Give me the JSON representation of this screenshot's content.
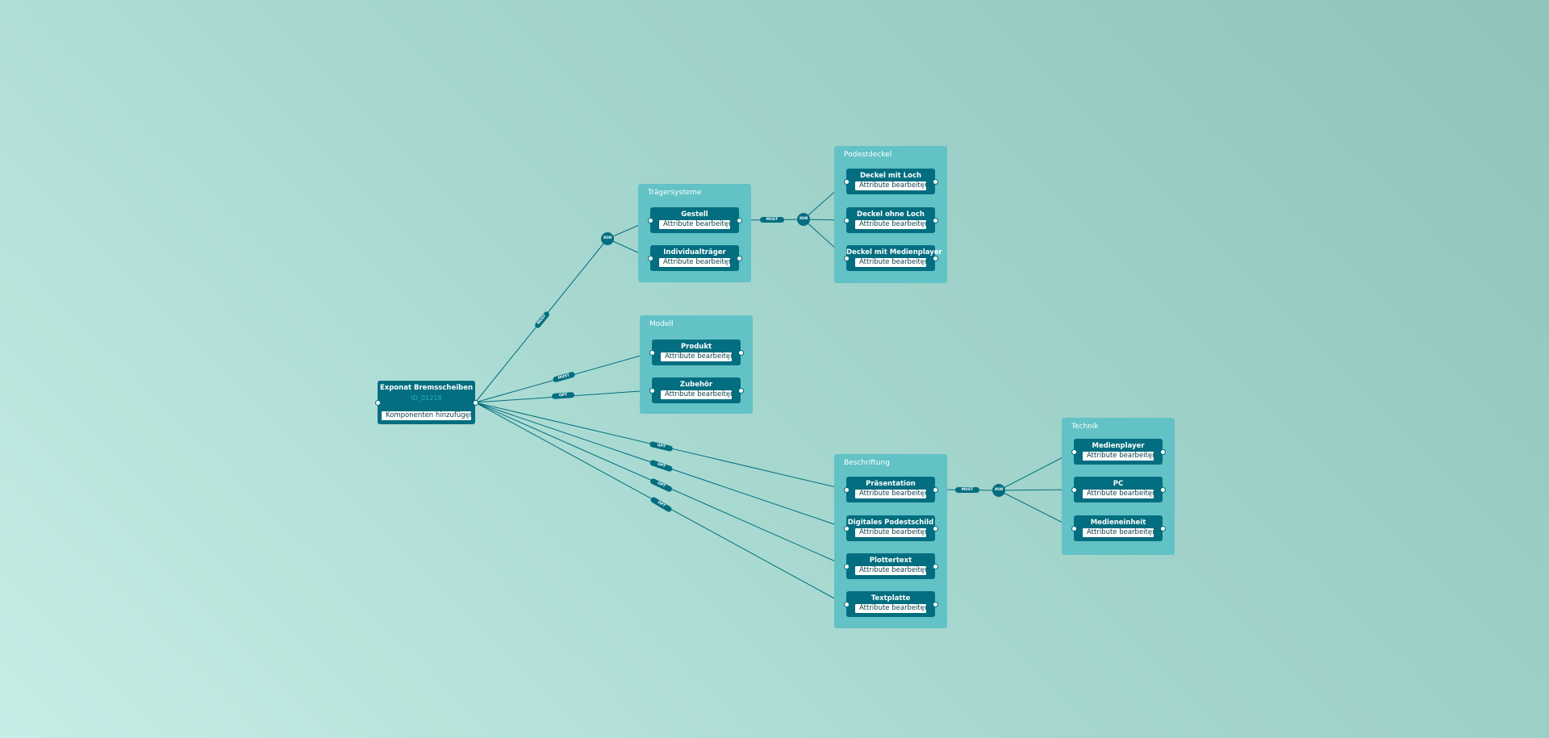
{
  "root": {
    "title": "Exponat Bremsscheiben",
    "id": "ID_01218",
    "button": "Komponenten hinzufügen"
  },
  "attr_button": "Attribute bearbeiten",
  "groups": {
    "traegersysteme": {
      "title": "Trägersysteme",
      "nodes": [
        "Gestell",
        "Individualträger"
      ]
    },
    "podestdeckel": {
      "title": "Podestdeckel",
      "nodes": [
        "Deckel mit Loch",
        "Deckel ohne Loch",
        "Deckel mit Medienplayer"
      ]
    },
    "modell": {
      "title": "Modell",
      "nodes": [
        "Produkt",
        "Zubehör"
      ]
    },
    "beschriftung": {
      "title": "Beschriftung",
      "nodes": [
        "Präsentation",
        "Digitales Podestschild",
        "Plottertext",
        "Textplatte"
      ]
    },
    "technik": {
      "title": "Technik",
      "nodes": [
        "Medienplayer",
        "PC",
        "Medieneinheit"
      ]
    }
  },
  "labels": {
    "xor": "XOR",
    "must": "MUST",
    "opt": "OPT"
  },
  "colors": {
    "node": "#026e7f",
    "group": "#62c2c5",
    "edge": "#026e7f"
  }
}
